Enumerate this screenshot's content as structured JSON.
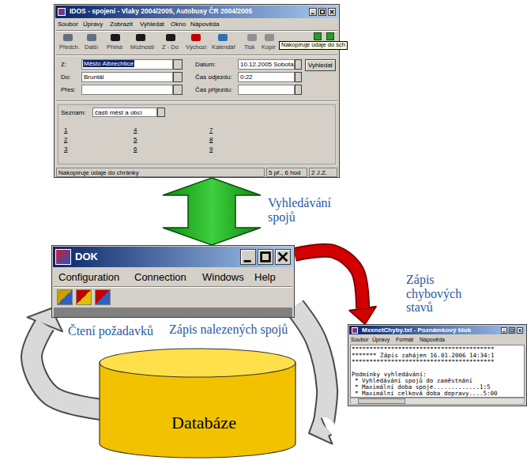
{
  "diagram": {
    "nodes": [
      {
        "text": [
          "IDOS - spojení - Vlaky 2004/2005, Autobusy ČR 2004/2005"
        ]
      },
      {
        "text": [
          "DOK"
        ]
      },
      {
        "text": [
          "Databáze"
        ]
      },
      {
        "text": [
          "MxxnetChyby.txt - Poznámkový blok"
        ]
      }
    ],
    "edges": [
      {
        "from": 0,
        "to": 1,
        "arrow": "both",
        "label": "Vyhledávání spojů"
      },
      {
        "from": 2,
        "to": 1,
        "arrow": "to",
        "label": "Čtení požadavků"
      },
      {
        "from": 1,
        "to": 2,
        "arrow": "to",
        "label": "Zápis nalezených spojů"
      },
      {
        "from": 1,
        "to": 3,
        "arrow": "to",
        "label": "Zápis chybových stavů"
      }
    ],
    "labels": [
      "Soubor",
      "Úpravy",
      "Zobrazit",
      "Vyhledat",
      "Okno",
      "Nápověda",
      "Předch.",
      "Další",
      "Přímá",
      "Možnosti",
      "Z - Do",
      "Výchozí",
      "Kalendář",
      "Tisk",
      "Kopír",
      "Nakopíruje údaje do sch",
      "Z:",
      "Město Albrechtice",
      "Do:",
      "Bruntál",
      "Přes:",
      "Datum:",
      "10.12.2005 Sobota",
      "Čas odjezdu:",
      "0:22",
      "Čas příjezdu:",
      "Vyhledat",
      "Seznam:",
      "části měst a obcí",
      "1",
      "2",
      "3",
      "4",
      "5",
      "6",
      "7",
      "8",
      "9",
      "Nakopíruje údaje do chránky",
      "5 př., 6 hod",
      "2 J.Z.",
      "Configuration",
      "Connection",
      "Windows",
      "Help",
      "Soubor",
      "Úpravy",
      "Formát",
      "Nápověda",
      "****************************************",
      "******* Zápis zahájen 16.01.2006 14:34:1",
      "****************************************",
      "Podmínky vyhledávání:",
      "* Vyhledávání spojů do zaměstnání",
      "* Maximální doba spoje.............1:5",
      "* Maximální celková doba dopravy....5:00"
    ]
  }
}
